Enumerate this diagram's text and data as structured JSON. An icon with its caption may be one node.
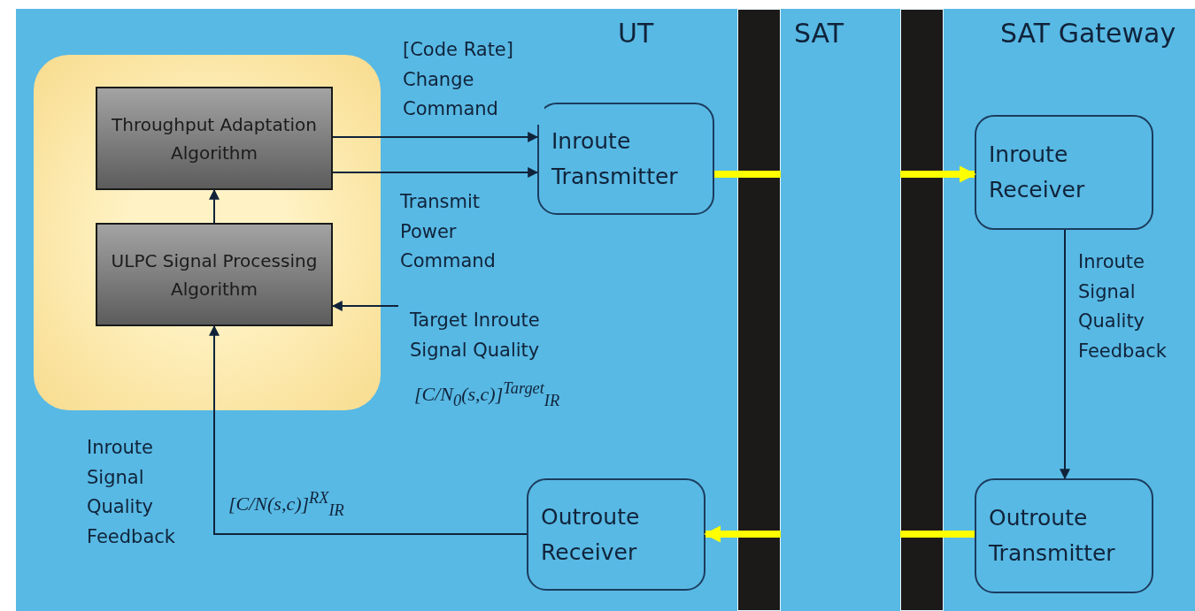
{
  "diagram": {
    "nodes": [
      {
        "text": [],
        "shape": "box"
      },
      {
        "text": [
          "Throughput Adaptation Algorithm"
        ],
        "in": 0
      },
      {
        "text": [
          "ULPC Signal Processing Algorithm"
        ],
        "in": 0
      },
      {
        "text": [
          "Inroute Transmitter"
        ]
      },
      {
        "text": [
          "Inroute Receiver"
        ]
      },
      {
        "text": [
          "Outroute Transmitter"
        ]
      },
      {
        "text": [
          "Outroute Receiver"
        ]
      },
      {
        "text": [],
        "shape": "bar"
      },
      {
        "text": [],
        "shape": "bar"
      }
    ],
    "edges": [
      {
        "from": 2,
        "to": 1,
        "arrow": "to"
      },
      {
        "from": 1,
        "to": 3,
        "arrow": "to",
        "label": "[Code Rate] Change Command"
      },
      {
        "from": 1,
        "to": 3,
        "arrow": "to",
        "label": "Transmit Power Command"
      },
      {
        "from": null,
        "to": 2,
        "arrow": "to",
        "label": "Target Inroute Signal Quality"
      },
      {
        "from": 6,
        "to": 2,
        "arrow": "to",
        "label": "Inroute Signal Quality Feedback"
      },
      {
        "from": 3,
        "to": 7,
        "arrow": "none",
        "style": "thick",
        "color": "#ffff00"
      },
      {
        "from": 8,
        "to": 4,
        "arrow": "to",
        "style": "thick",
        "color": "#ffff00"
      },
      {
        "from": 5,
        "to": 8,
        "arrow": "none",
        "style": "thick",
        "color": "#ffff00"
      },
      {
        "from": 7,
        "to": 6,
        "arrow": "to",
        "style": "thick",
        "color": "#ffff00"
      },
      {
        "from": 4,
        "to": 5,
        "arrow": "to",
        "label": "Inroute Signal Quality Feedback"
      }
    ],
    "labels": [
      "UT",
      "SAT",
      "SAT Gateway",
      "[C/N$_{0}$(s,c)]$^{Target}$$_{IR}$",
      "[C/N(s,c)]$^{RX}$$_{IR}$"
    ]
  }
}
